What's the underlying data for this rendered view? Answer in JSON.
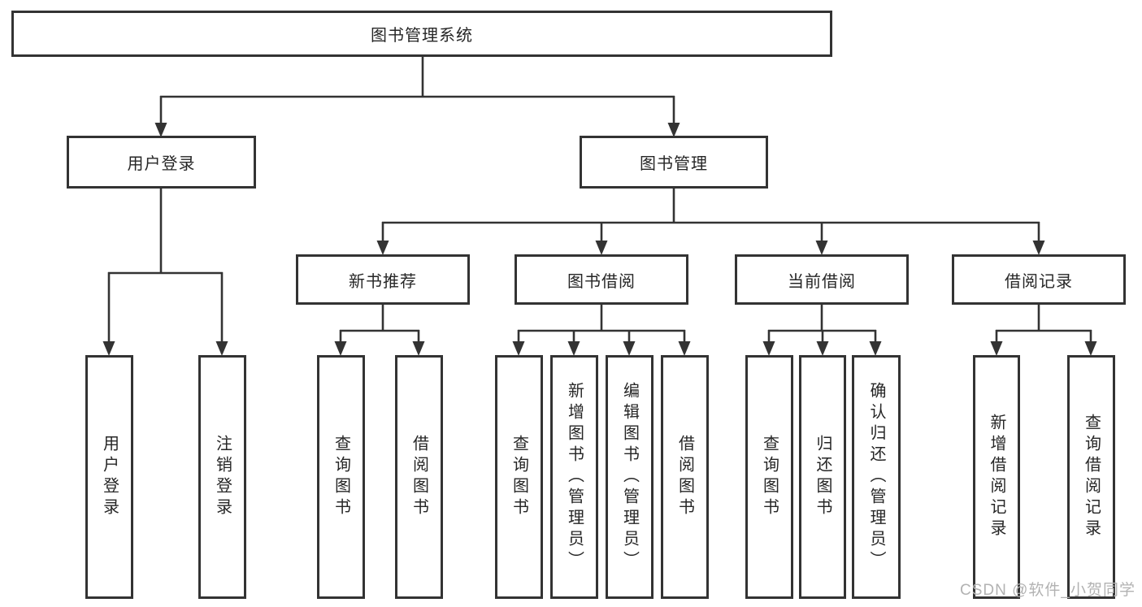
{
  "diagram": {
    "root": "图书管理系统",
    "branches": {
      "user_login": "用户登录",
      "book_management": "图书管理"
    },
    "modules": {
      "new_book_recommend": "新书推荐",
      "book_borrow": "图书借阅",
      "current_borrow": "当前借阅",
      "borrow_records": "借阅记录"
    },
    "leaves": {
      "login_user_login": "用户登录",
      "login_logout": "注销登录",
      "recommend_query_book": "查询图书",
      "recommend_borrow_book": "借阅图书",
      "borrow_query_book": "查询图书",
      "borrow_add_book": "新增图书（管理员）",
      "borrow_edit_book": "编辑图书（管理员）",
      "borrow_borrow_book": "借阅图书",
      "current_query_book": "查询图书",
      "current_return_book": "归还图书",
      "current_confirm_return": "确认归还（管理员）",
      "records_add_record": "新增借阅记录",
      "records_query_record": "查询借阅记录"
    }
  },
  "watermark": "CSDN @软件_小贺同学",
  "colors": {
    "line": "#333333",
    "box_border": "#333333",
    "text": "#262626",
    "watermark": "#b2b2b2",
    "background": "#ffffff"
  }
}
